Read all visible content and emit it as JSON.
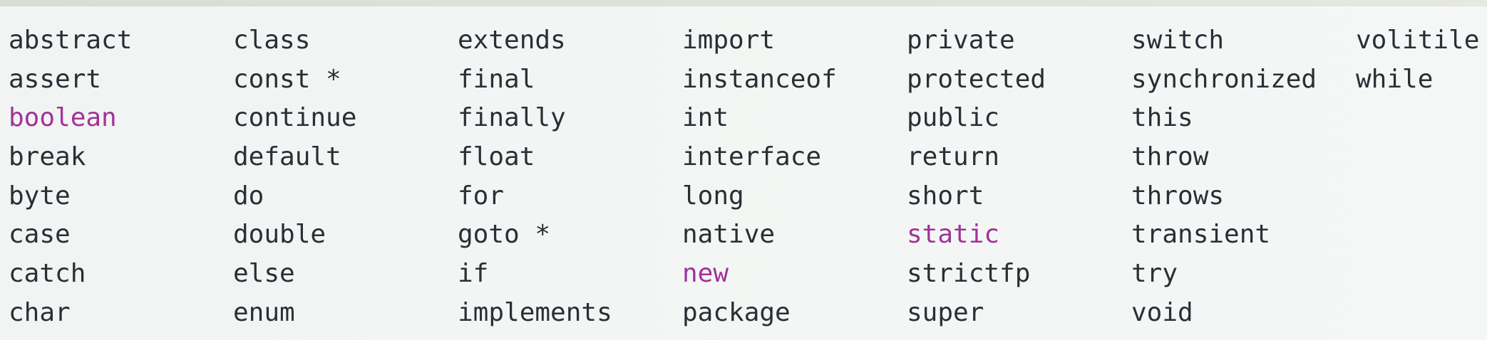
{
  "page": {
    "background_color": "#f3f5f4",
    "top_strip_color": "#dcdfd5",
    "text_color": "#2d2d36",
    "highlight_color": "#a03399",
    "description": "Table of Java reserved words; deprecated/reserved-unused entries marked with *"
  },
  "keyword_table": {
    "highlighted_words": [
      "boolean",
      "new",
      "static"
    ],
    "starred_words": [
      "const",
      "goto"
    ],
    "columns": [
      [
        {
          "text": "abstract",
          "highlight": false
        },
        {
          "text": "assert",
          "highlight": false
        },
        {
          "text": "boolean",
          "highlight": true
        },
        {
          "text": "break",
          "highlight": false
        },
        {
          "text": "byte",
          "highlight": false
        },
        {
          "text": "case",
          "highlight": false
        },
        {
          "text": "catch",
          "highlight": false
        },
        {
          "text": "char",
          "highlight": false
        }
      ],
      [
        {
          "text": "class",
          "highlight": false
        },
        {
          "text": "const *",
          "highlight": false
        },
        {
          "text": "continue",
          "highlight": false
        },
        {
          "text": "default",
          "highlight": false
        },
        {
          "text": "do",
          "highlight": false
        },
        {
          "text": "double",
          "highlight": false
        },
        {
          "text": "else",
          "highlight": false
        },
        {
          "text": "enum",
          "highlight": false
        }
      ],
      [
        {
          "text": "extends",
          "highlight": false
        },
        {
          "text": "final",
          "highlight": false
        },
        {
          "text": "finally",
          "highlight": false
        },
        {
          "text": "float",
          "highlight": false
        },
        {
          "text": "for",
          "highlight": false
        },
        {
          "text": "goto *",
          "highlight": false
        },
        {
          "text": "if",
          "highlight": false
        },
        {
          "text": "implements",
          "highlight": false
        }
      ],
      [
        {
          "text": "import",
          "highlight": false
        },
        {
          "text": "instanceof",
          "highlight": false
        },
        {
          "text": "int",
          "highlight": false
        },
        {
          "text": "interface",
          "highlight": false
        },
        {
          "text": "long",
          "highlight": false
        },
        {
          "text": "native",
          "highlight": false
        },
        {
          "text": "new",
          "highlight": true
        },
        {
          "text": "package",
          "highlight": false
        }
      ],
      [
        {
          "text": "private",
          "highlight": false
        },
        {
          "text": "protected",
          "highlight": false
        },
        {
          "text": "public",
          "highlight": false
        },
        {
          "text": "return",
          "highlight": false
        },
        {
          "text": "short",
          "highlight": false
        },
        {
          "text": "static",
          "highlight": true
        },
        {
          "text": "strictfp",
          "highlight": false
        },
        {
          "text": "super",
          "highlight": false
        }
      ],
      [
        {
          "text": "switch",
          "highlight": false
        },
        {
          "text": "synchronized",
          "highlight": false
        },
        {
          "text": "this",
          "highlight": false
        },
        {
          "text": "throw",
          "highlight": false
        },
        {
          "text": "throws",
          "highlight": false
        },
        {
          "text": "transient",
          "highlight": false
        },
        {
          "text": "try",
          "highlight": false
        },
        {
          "text": "void",
          "highlight": false
        }
      ],
      [
        {
          "text": "volitile",
          "highlight": false
        },
        {
          "text": "while",
          "highlight": false
        }
      ]
    ]
  }
}
